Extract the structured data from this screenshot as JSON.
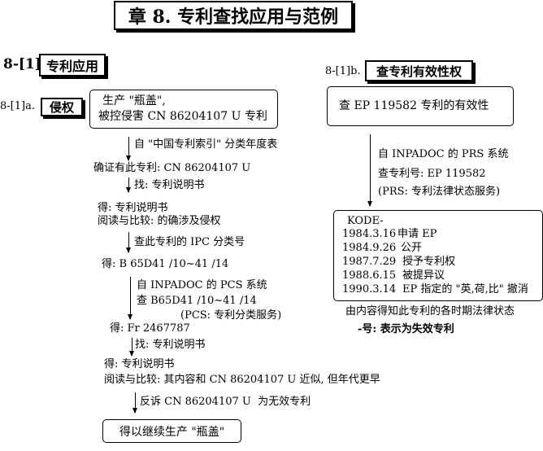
{
  "title": "章 8. 专利查找应用与范例",
  "section": {
    "number": "8-[1].",
    "label": "专利应用"
  },
  "left": {
    "number": "8-[1]a.",
    "label": "侵权",
    "case_lines": [
      "生产 \"瓶盖\",",
      "被控侵害 CN 86204107 U 专利"
    ],
    "steps": [
      "自 \"中国专利索引\" 分类年度表",
      "确证有此专利: CN 86204107 U",
      "找: 专利说明书",
      "得: 专利说明书",
      "阅读与比较: 的确涉及侵权",
      "查此专利的 IPC 分类号",
      "得: B 65D41 /10~41 /14",
      "自 INPADOC 的 PCS 系统",
      "查 B65D41 /10~41 /14",
      "(PCS: 专利分类服务)",
      "得: Fr 2467787",
      "找: 专利说明书",
      "得: 专利说明书",
      "阅读与比较: 其内容和 CN 86204107 U 近似, 但年代更早",
      "反诉 CN 86204107 U  为无效专利"
    ],
    "result": "得以继续生产 \"瓶盖\""
  },
  "right": {
    "number": "8-[1]b.",
    "label": "查专利有效性权",
    "case": "查 EP 119582 专利的有效性",
    "steps": [
      "自 INPADOC 的 PRS 系统",
      "查专利号: EP 119582",
      "(PRS: 专利法律状态服务)"
    ],
    "kode_header": "KODE-",
    "kode": [
      {
        "date": "1984.3.16",
        "event": "申请 EP"
      },
      {
        "date": "1984.9.26",
        "event": "公开"
      },
      {
        "date": "1987.7.29",
        "event": "授予专利权"
      },
      {
        "date": "1988.6.15",
        "event": "被提异议"
      },
      {
        "date": "1990.3.14",
        "event": "EP 指定的 \"英,荷,比\" 撤消"
      }
    ],
    "note": "由内容得知此专利的各时期法律状态",
    "note_bold": "-号: 表示为失效专利"
  }
}
